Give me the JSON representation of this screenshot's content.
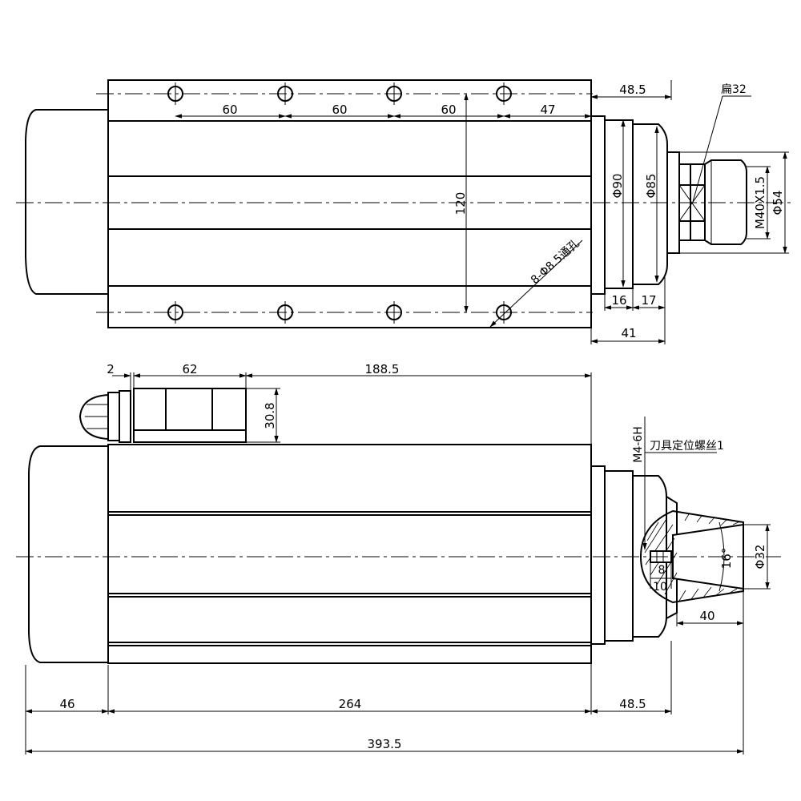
{
  "views": {
    "top": {
      "dims": {
        "flange_length": "48.5",
        "wrench_flat": "扁32",
        "hole_pitch_1": "60",
        "hole_pitch_2": "60",
        "hole_pitch_3": "60",
        "hole_to_front": "47",
        "hole_span": "120",
        "flange_dia": "Φ90",
        "nut_dia": "Φ85",
        "thread": "M40X1.5",
        "collet_dia": "Φ54",
        "holes_note": "8-Φ8.5通孔",
        "step_1": "16",
        "step_2": "17",
        "nose_length": "41"
      }
    },
    "side": {
      "dims": {
        "gap": "2",
        "box_length": "62",
        "box_to_front": "188.5",
        "box_height": "30.8",
        "screw_thread": "M4-6H",
        "screw_note": "刀具定位螺丝1",
        "taper_angle": "16°",
        "bore_dia": "Φ32",
        "screw_depth": "8",
        "screw_offset": "10",
        "bore_depth": "40",
        "rear_cap": "46",
        "body_length": "264",
        "front_length": "48.5",
        "overall_length": "393.5"
      }
    }
  }
}
